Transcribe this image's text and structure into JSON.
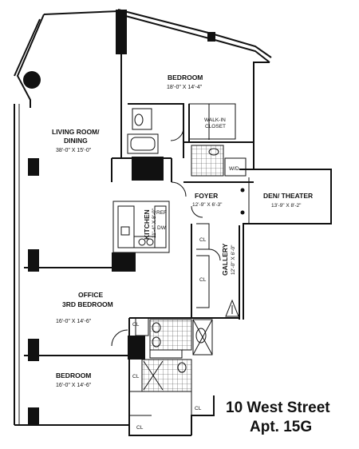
{
  "title": {
    "line1": "10 West Street",
    "line2": "Apt. 15G"
  },
  "rooms": {
    "living": {
      "name_line1": "LIVING ROOM/",
      "name_line2": "DINING",
      "dims": "38'-0\" X 15'-0\""
    },
    "bedroom_top": {
      "name": "BEDROOM",
      "dims": "18'-0\" X 14'-4\""
    },
    "walk_in": {
      "name_line1": "WALK-IN",
      "name_line2": "CLOSET"
    },
    "wd": {
      "name": "W/D"
    },
    "foyer": {
      "name": "FOYER",
      "dims": "12'-9\" X 6'-3\""
    },
    "den": {
      "name": "DEN/ THEATER",
      "dims": "13'-9\" X 8'-2\""
    },
    "kitchen": {
      "name": "KITCHEN",
      "dims": "11'-4\" X 8'-0\""
    },
    "gallery": {
      "name": "GALLERY",
      "dims": "12'-0\" X 6'-0\""
    },
    "office": {
      "name_line1": "OFFICE",
      "name_line2": "3RD BEDROOM",
      "dims": "16'-0\" X 14'-6\""
    },
    "bedroom_bottom": {
      "name": "BEDROOM",
      "dims": "16'-0\" X 14'-6\""
    }
  },
  "appliances": {
    "ref": "REF",
    "dw": "DW"
  },
  "closets": {
    "cl": "CL"
  },
  "colors": {
    "line": "#111111",
    "background": "#ffffff"
  },
  "icons": [
    "north-arrow-icon",
    "column-icon"
  ]
}
